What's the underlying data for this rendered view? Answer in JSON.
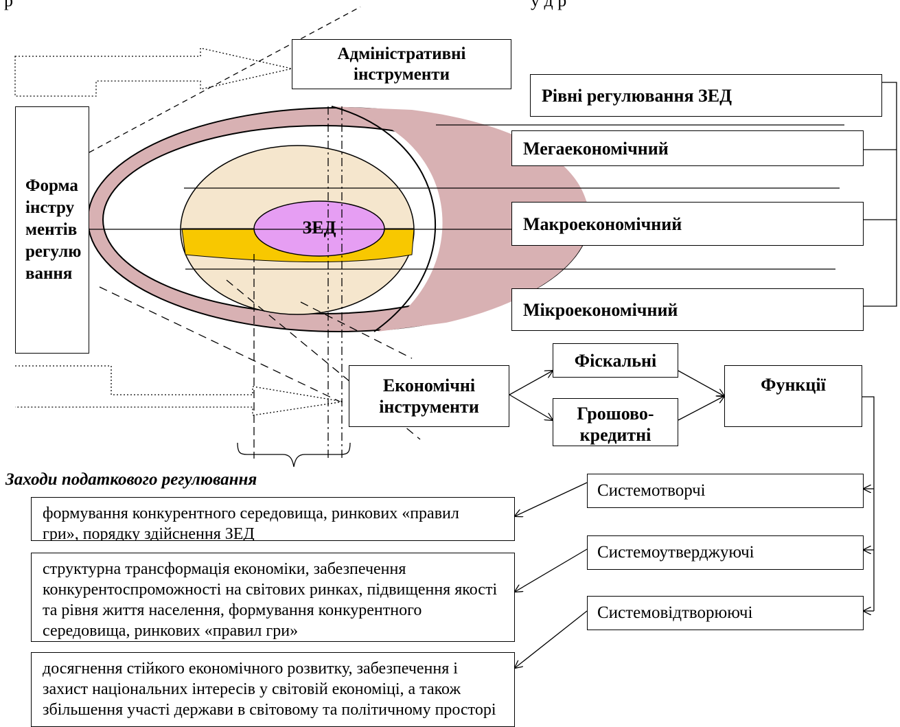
{
  "colors": {
    "outer_ring": "#d8b1b3",
    "inner_ellipse": "#f5e6cd",
    "band": "#f8c800",
    "center": "#e69ef3",
    "stroke": "#000000"
  },
  "top_line": "р                                                                                                                    у д р",
  "form_box": {
    "lines": [
      "Форма",
      "інстру",
      "ментів",
      "регулю",
      "вання"
    ]
  },
  "admin_box": {
    "lines": [
      "Адміністративні",
      "інструменти"
    ]
  },
  "levels": {
    "title": "Рівні регулювання ЗЕД",
    "items": [
      "Мегаекономічний",
      "Макроекономічний",
      "Мікроекономічний"
    ]
  },
  "center_label": "ЗЕД",
  "econ_box": {
    "lines": [
      "Економічні",
      "інструменти"
    ]
  },
  "fiscal": "Фіскальні",
  "monetary": {
    "lines": [
      "Грошово-",
      "кредитні"
    ]
  },
  "functions": "Функції",
  "measures_title": "Заходи податкового регулювання",
  "function_items": [
    "Системотворчі",
    "Системоутверджуючі",
    "Системовідтворюючі"
  ],
  "measures": [
    {
      "lines": [
        "формування конкурентного середовища, ринкових «правил",
        "гри», порядку здійснення ЗЕД"
      ]
    },
    {
      "lines": [
        "структурна трансформація економіки, забезпечення",
        "конкурентоспроможності на світових ринках, підвищення якості",
        "та рівня життя населення, формування конкурентного",
        "середовища, ринкових «правил гри»"
      ]
    },
    {
      "lines": [
        "досягнення стійкого економічного розвитку, забезпечення і",
        "захист національних інтересів у світовій економіці, а також",
        "збільшення участі держави в світовому та політичному просторі"
      ]
    }
  ]
}
